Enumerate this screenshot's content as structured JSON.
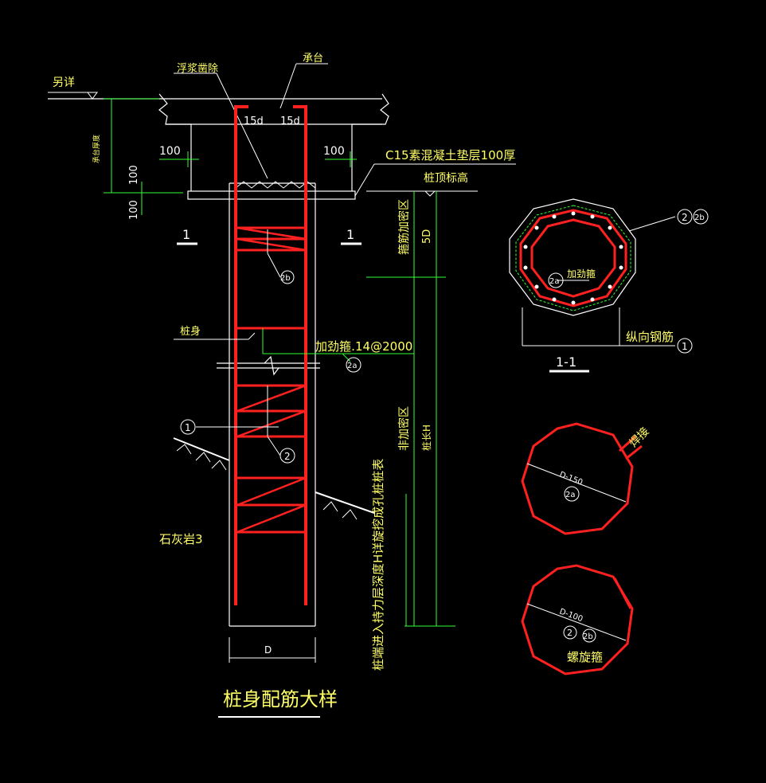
{
  "labels": {
    "other_detail": "另详",
    "cap_thickness": "承台厚度",
    "laitance": "浮浆凿除",
    "cap": "承台",
    "anchor_left": "15d",
    "anchor_right": "15d",
    "dim_100_left": "100",
    "dim_100_right": "100",
    "cushion": "C15素混凝土垫层100厚",
    "pile_top": "桩顶标高",
    "dim_100_v1": "100",
    "dim_100_v2": "100",
    "section_mark_left": "1",
    "section_mark_right": "1",
    "dense_zone": "箍筋加密区",
    "dim_5d": "5D",
    "rebar_2b": "2b",
    "pile_body": "桩身",
    "stiffener": "加劲箍․14@2000",
    "rebar_2a": "2a",
    "rebar_1": "1",
    "rebar_2": "2",
    "non_dense_zone": "非加密区",
    "pile_length": "桩长H",
    "rock_note": "桩端进入持力层深度H详旋挖成孔桩桩表",
    "limestone": "石灰岩3",
    "dim_D": "D",
    "main_title": "桩身配筋大样",
    "sec_rebar_2": "2",
    "sec_rebar_2b": "2b",
    "sec_stiffener_label": "加劲箍",
    "sec_rebar_2a": "2a",
    "longitudinal": "纵向钢筋",
    "sec_rebar_1": "1",
    "section_title": "1-1",
    "weld": "焊接",
    "ring_dim": "D-150",
    "ring_tag": "2a",
    "spiral_dim": "D-100",
    "spiral_tag_1": "2",
    "spiral_tag_2": "2b",
    "spiral_label": "螺旋箍"
  },
  "colors": {
    "background": "#000000",
    "rebar": "#ff2020",
    "text": "#ffff66",
    "dimension": "#33ff33",
    "outline": "#ffffff"
  }
}
